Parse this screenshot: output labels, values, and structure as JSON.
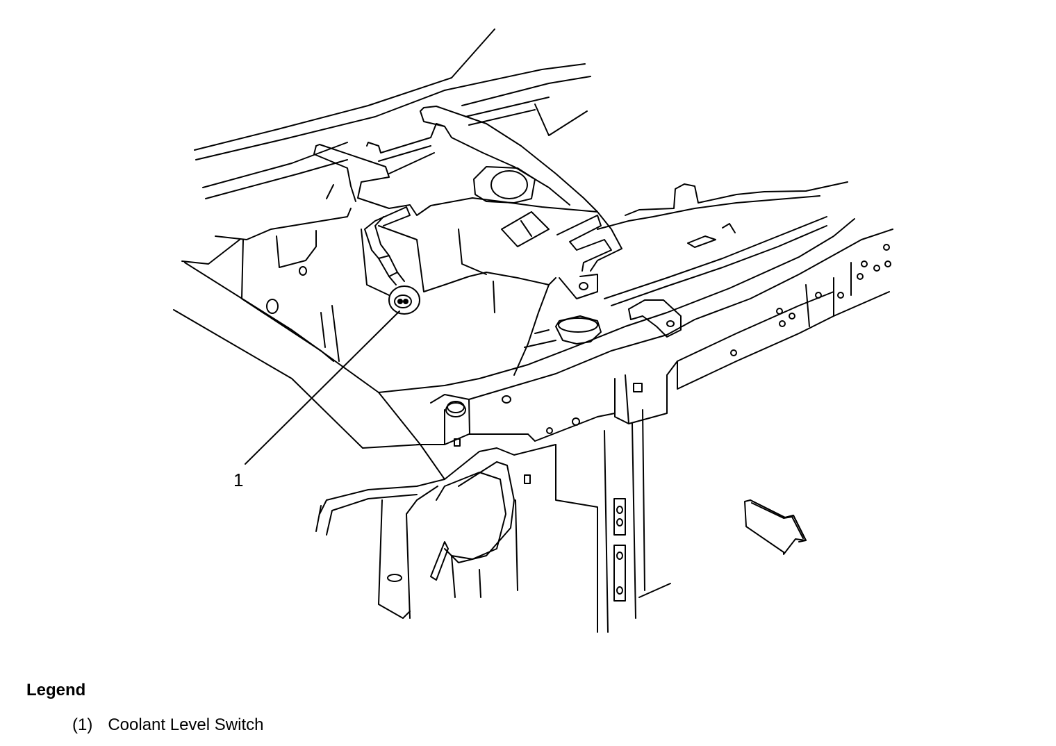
{
  "diagram": {
    "callouts": [
      {
        "number": "1"
      }
    ]
  },
  "legend": {
    "title": "Legend",
    "items": [
      {
        "key": "(1)",
        "label": "Coolant Level Switch"
      }
    ]
  }
}
